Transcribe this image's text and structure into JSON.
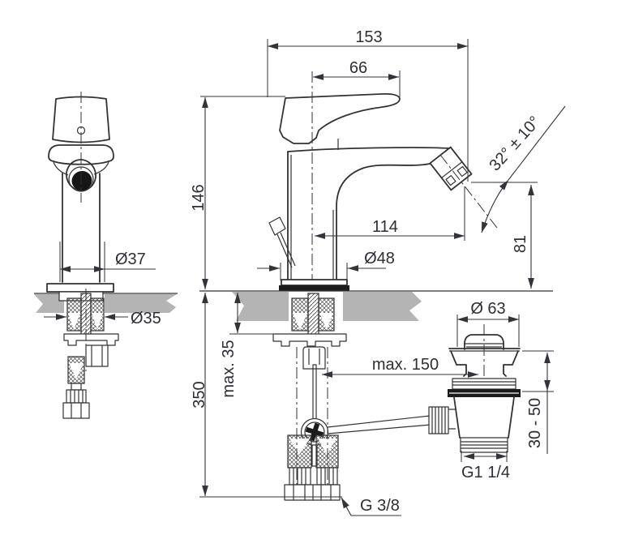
{
  "title": "Bidet mixer with pop-up waste - dimensional technical drawing",
  "colors": {
    "line": "#333333",
    "dim_text": "#2e2e36",
    "sink_section": "#b4b4b4",
    "dark_fill": "#1c1c1c",
    "background": "#ffffff"
  },
  "dims": {
    "overall_width": "153",
    "handle_reach": "66",
    "body_height": "146",
    "spout_reach": "114",
    "base_dia": "Ø48",
    "body_dia": "Ø37",
    "hole_dia": "Ø35",
    "spray_angle": "32° ± 10°",
    "outlet_height": "81",
    "hose_drop": "350",
    "deck_max": "max. 35",
    "rod_max": "max. 150",
    "waste_dia": "Ø 63",
    "waste_range": "30 - 50",
    "waste_thread": "G1 1/4",
    "supply_thread": "G 3/8"
  }
}
